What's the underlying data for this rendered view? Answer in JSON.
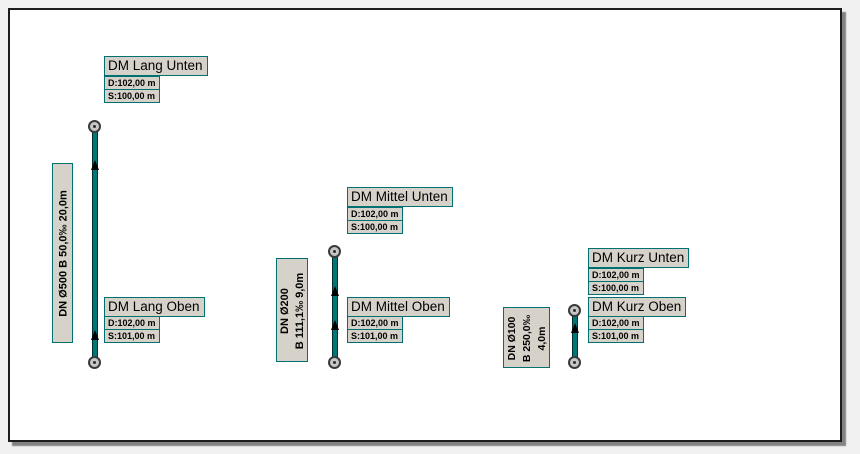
{
  "colors": {
    "page_bg": "#f1f1f1",
    "canvas_bg": "#ffffff",
    "pipe": "#007676",
    "label_bg": "#d6d2ca",
    "label_border": "#007070",
    "text": "#000000"
  },
  "pipes": [
    {
      "name": "lang",
      "dim_lines": [
        "DN Ø500 B 50,0‰ 20,0m"
      ],
      "upper": {
        "title": "DM Lang Unten",
        "d": "D:102,00 m",
        "s": "S:100,00 m"
      },
      "lower": {
        "title": "DM Lang Oben",
        "d": "D:102,00 m",
        "s": "S:101,00 m"
      }
    },
    {
      "name": "mittel",
      "dim_lines": [
        "DN Ø200",
        "B 111,1‰ 9,0m"
      ],
      "upper": {
        "title": "DM Mittel Unten",
        "d": "D:102,00 m",
        "s": "S:100,00 m"
      },
      "lower": {
        "title": "DM Mittel Oben",
        "d": "D:102,00 m",
        "s": "S:101,00 m"
      }
    },
    {
      "name": "kurz",
      "dim_lines": [
        "DN Ø100",
        "B 250,0‰",
        "4,0m"
      ],
      "upper": {
        "title": "DM Kurz Unten",
        "d": "D:102,00 m",
        "s": "S:100,00 m"
      },
      "lower": {
        "title": "DM Kurz Oben",
        "d": "D:102,00 m",
        "s": "S:101,00 m"
      }
    }
  ]
}
